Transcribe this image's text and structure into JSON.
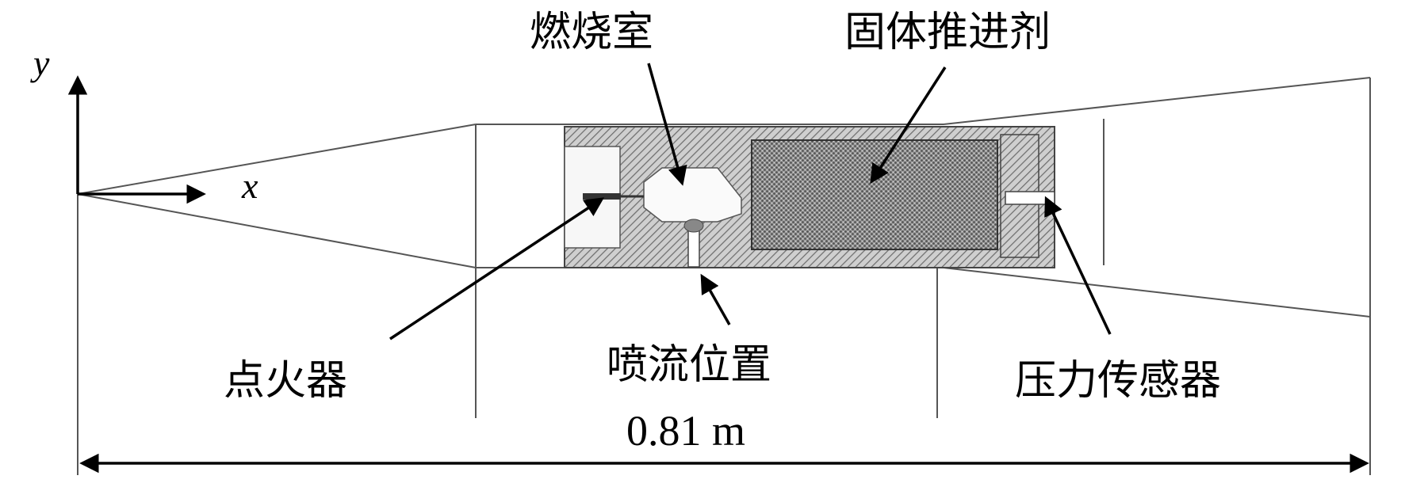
{
  "labels": {
    "combustion_chamber": "燃烧室",
    "solid_propellant": "固体推进剂",
    "igniter": "点火器",
    "jet_position": "喷流位置",
    "pressure_sensor": "压力传感器"
  },
  "axes": {
    "x": "x",
    "y": "y"
  },
  "dimension": {
    "length_label": "0.81 m"
  },
  "colors": {
    "line": "#000000",
    "outline": "#555555",
    "hatch": "#777777",
    "propellant": "#6a6a6a"
  }
}
